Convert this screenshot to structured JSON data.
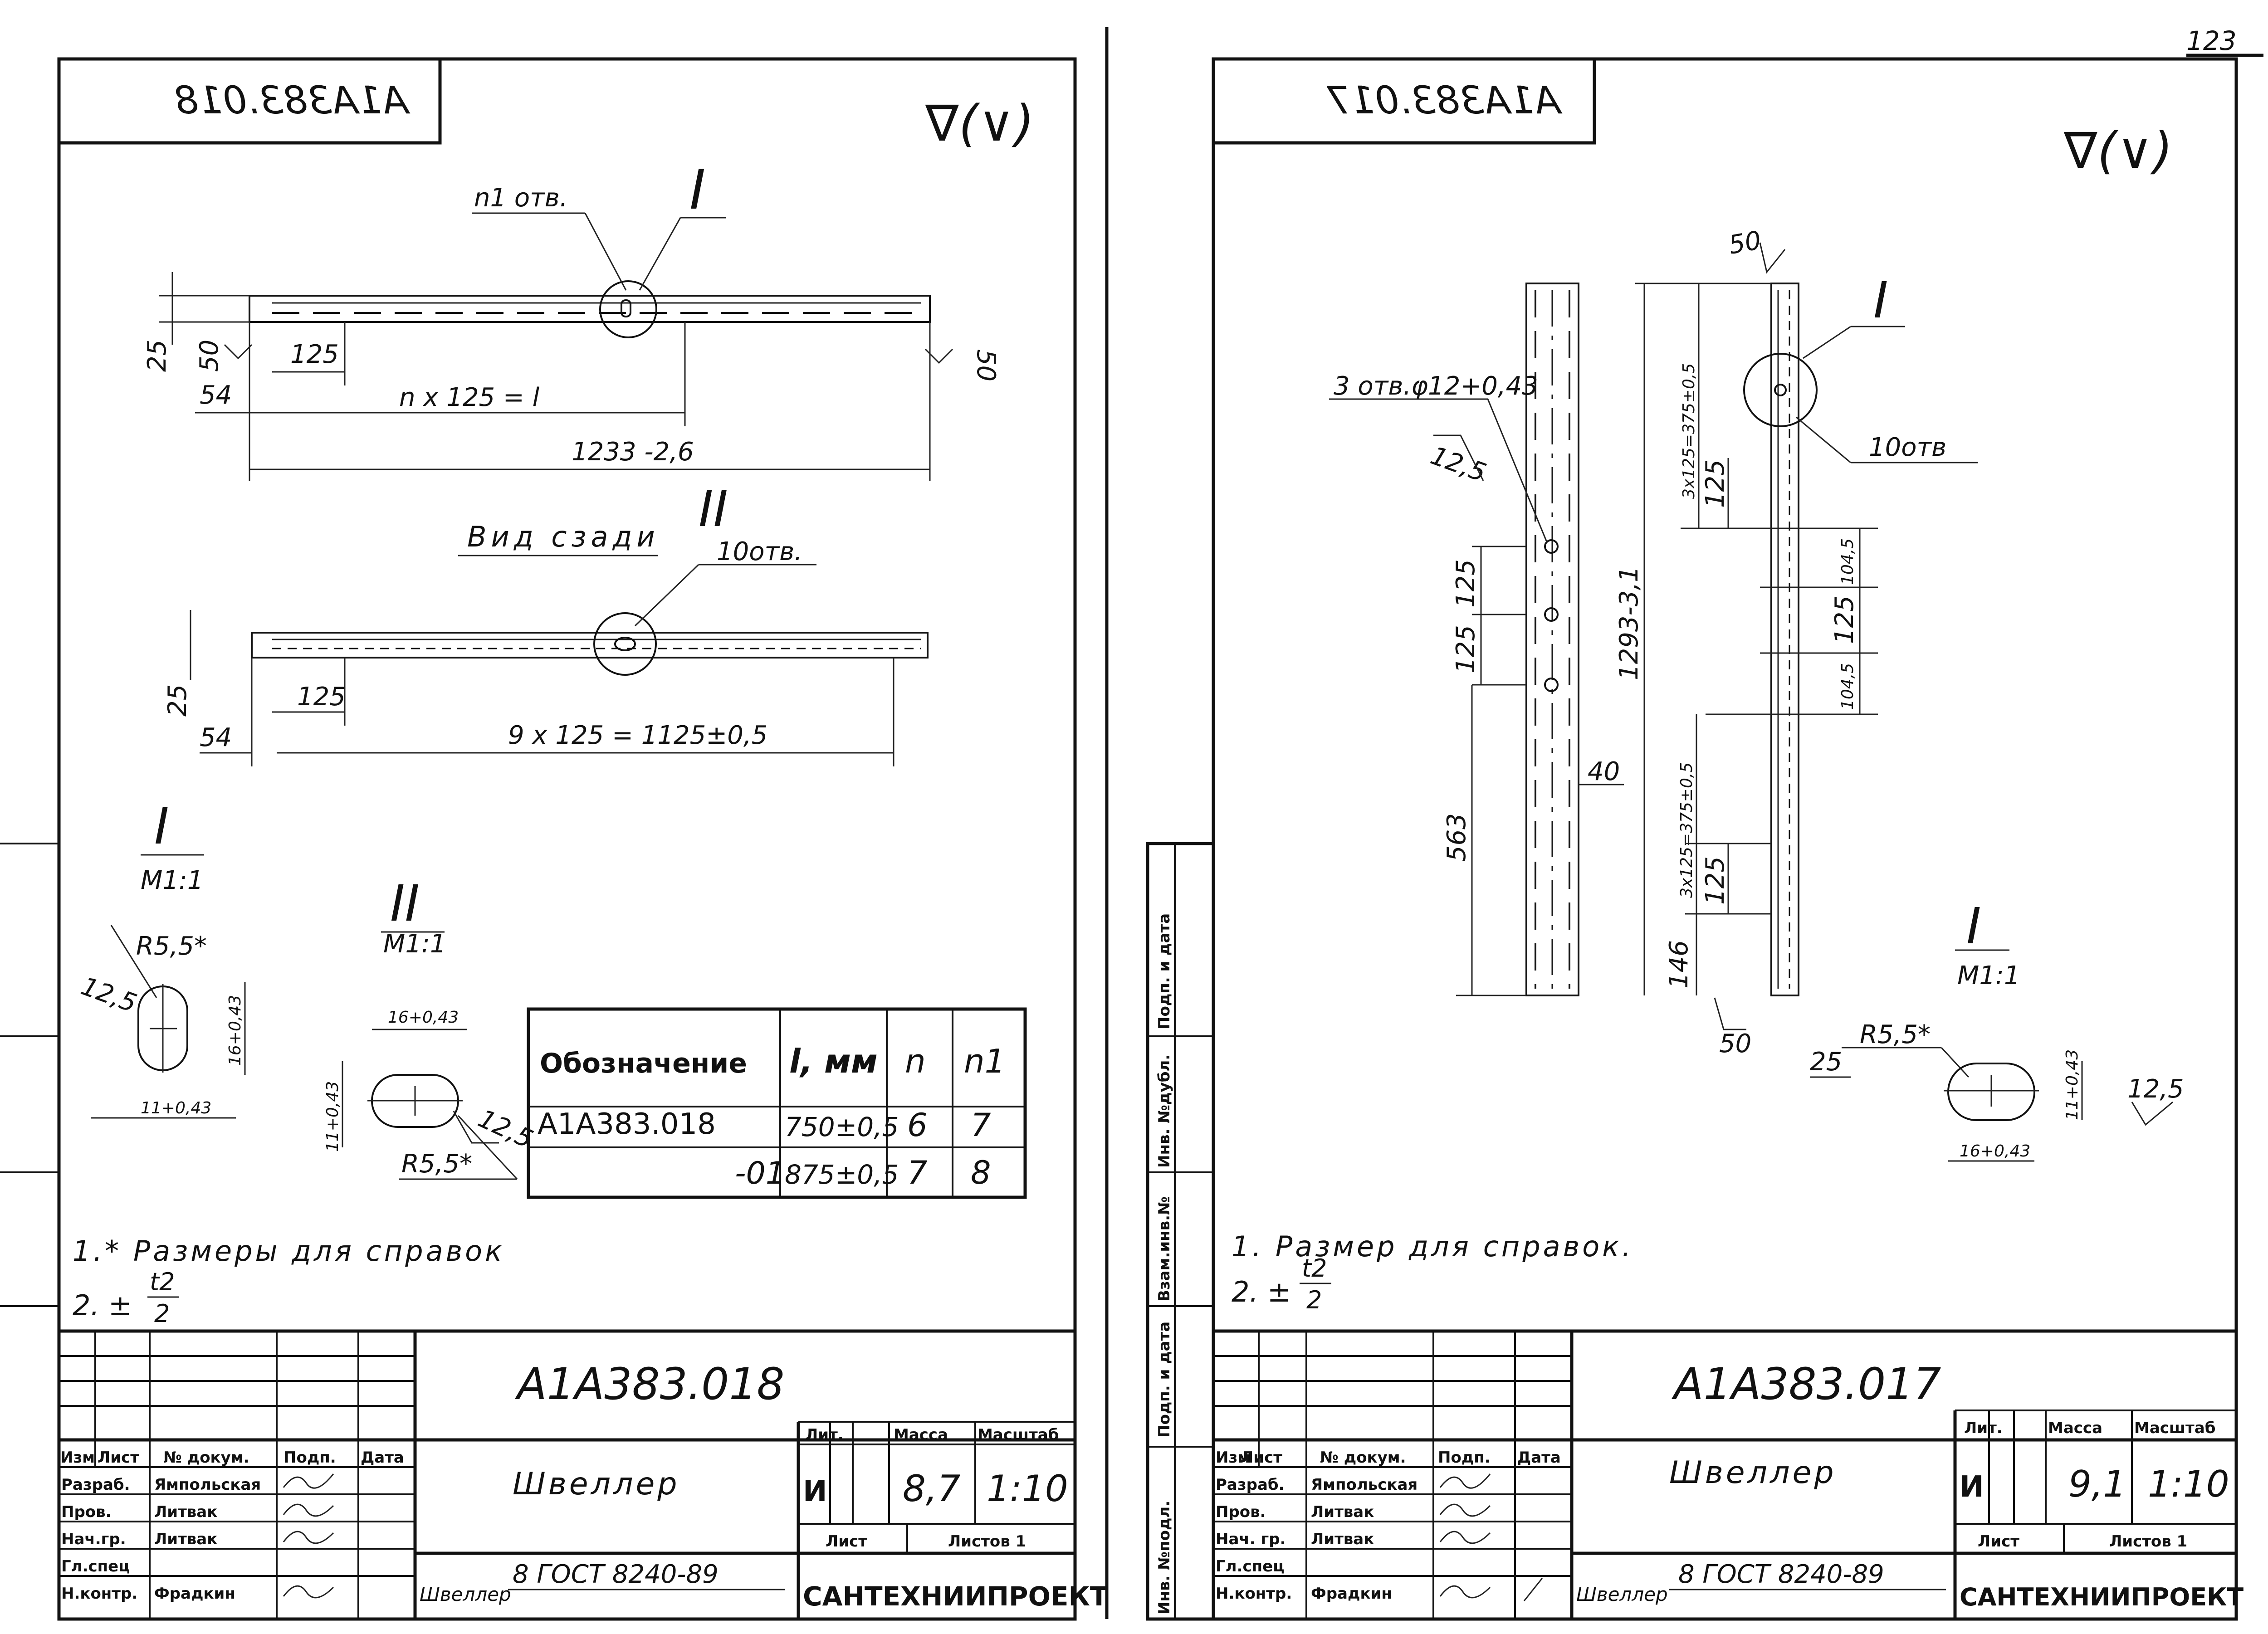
{
  "page_number": "123",
  "left": {
    "mirrored_code": "A1A383.018",
    "roughness": "∇(∨)",
    "top_view": {
      "hole_label": "n1 отв.",
      "section_mark": "I",
      "dim_25": "25",
      "dim_50_left": "50",
      "dim_125": "125",
      "dim_54": "54",
      "dim_pitch": "n x 125 = l",
      "dim_total": "1233 -2,6",
      "dim_50_right": "50"
    },
    "back_view": {
      "title": "Вид сзади",
      "section_mark": "II",
      "hole_label": "10отв.",
      "dim_25": "25",
      "dim_125": "125",
      "dim_54": "54",
      "dim_pitch": "9 x 125 = 1125±0,5"
    },
    "detail_1": {
      "mark": "I",
      "scale": "M1:1",
      "radius": "R5,5*",
      "rough": "12,5",
      "height": "16+0,43",
      "width": "11+0,43"
    },
    "detail_2": {
      "mark": "II",
      "scale": "M1:1",
      "width": "16+0,43",
      "height": "11+0,43",
      "rough": "12,5",
      "radius": "R5,5*"
    },
    "table": {
      "headers": [
        "Обозначение",
        "l, мм",
        "n",
        "n1"
      ],
      "rows": [
        [
          "A1A383.018",
          "750±0,5",
          "6",
          "7"
        ],
        [
          "-01",
          "875±0,5",
          "7",
          "8"
        ]
      ]
    },
    "notes": {
      "note1": "1.* Размеры для справок",
      "note2_prefix": "2. ±",
      "note2_num": "t2",
      "note2_den": "2"
    },
    "title_block": {
      "code": "A1A383.018",
      "name": "Швеллер",
      "cols": [
        "Изм",
        "Лист",
        "№ докум.",
        "Подп.",
        "Дата"
      ],
      "roles": [
        "Разраб.",
        "Пров.",
        "Нач.гр.",
        "Гл.спец",
        "Н.контр."
      ],
      "people": [
        "Ямпольская",
        "Литвак",
        "Литвак",
        "",
        "Фрадкин"
      ],
      "lit_label": "Лит.",
      "lit_value": "И",
      "mass_label": "Масса",
      "mass_value": "8,7",
      "scale_label": "Масштаб",
      "scale_value": "1:10",
      "sheet_label": "Лист",
      "sheets_label": "Листов 1",
      "material_prefix": "Швеллер",
      "material_std": "8 ГОСТ 8240-89",
      "org": "САНТЕХНИИПРОЕКТ"
    }
  },
  "right": {
    "mirrored_code": "A1A383.017",
    "roughness": "∇(∨)",
    "front": {
      "holes_label": "3 отв.φ12+0,43",
      "rough": "12,5",
      "dim_a": "125",
      "dim_b": "125",
      "dim_563": "563",
      "dim_40": "40"
    },
    "side": {
      "dim_50_top": "50",
      "section_mark": "I",
      "holes_label": "10отв",
      "dim_top": "3x125=375±0,5",
      "dim_125_a": "125",
      "dim_total": "1293-3,1",
      "dim_1045_a": "104,5",
      "dim_125_mid": "125",
      "dim_1045_b": "104,5",
      "dim_bottom": "3x125=375±0,5",
      "dim_125_b": "125",
      "dim_146": "146",
      "dim_50_bottom": "50",
      "dim_25": "25"
    },
    "detail": {
      "mark": "I",
      "scale": "M1:1",
      "radius": "R5,5*",
      "height": "11+0,43",
      "rough": "12,5",
      "width": "16+0,43"
    },
    "notes": {
      "note1": "1. Размер для справок.",
      "note2_prefix": "2. ±",
      "note2_num": "t2",
      "note2_den": "2"
    },
    "side_stamp": [
      "Инв. №подл.",
      "Подп. и дата",
      "Взам.инв.№",
      "Инв. №дубл.",
      "Подп. и дата"
    ],
    "title_block": {
      "code": "A1A383.017",
      "name": "Швеллер",
      "cols": [
        "Изм",
        "Лист",
        "№ докум.",
        "Подп.",
        "Дата"
      ],
      "roles": [
        "Разраб.",
        "Пров.",
        "Нач. гр.",
        "Гл.спец",
        "Н.контр."
      ],
      "people": [
        "Ямпольская",
        "Литвак",
        "Литвак",
        "",
        "Фрадкин"
      ],
      "lit_label": "Лит.",
      "lit_value": "И",
      "mass_label": "Масса",
      "mass_value": "9,1",
      "scale_label": "Масштаб",
      "scale_value": "1:10",
      "sheet_label": "Лист",
      "sheets_label": "Листов 1",
      "material_prefix": "Швеллер",
      "material_std": "8 ГОСТ 8240-89",
      "org": "САНТЕХНИИПРОЕКТ"
    }
  }
}
